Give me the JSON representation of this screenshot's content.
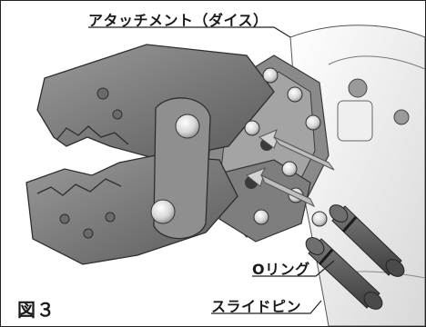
{
  "labels": {
    "attachment": "アタッチメント（ダイス）",
    "o_ring": "Oリング",
    "slide_pin": "スライドピン",
    "figure": "図３"
  },
  "colors": {
    "die_dark": "#6b6b6b",
    "die_mid": "#888888",
    "die_light": "#a9a9a9",
    "body_white": "#f2f2f2",
    "arrow": "#c9c9c9",
    "pin": "#5e5e5e"
  }
}
